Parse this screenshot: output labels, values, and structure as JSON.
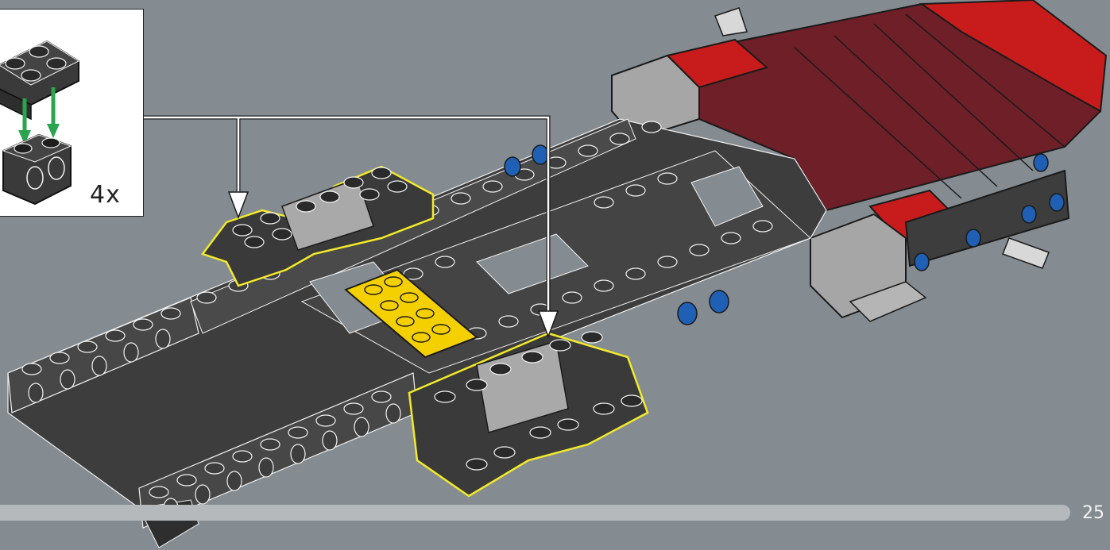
{
  "page": {
    "number": "25",
    "background": "#858c91"
  },
  "callout": {
    "quantity": "4x",
    "part_color": "#3a3a3a",
    "arrow_color": "#2aa44f"
  },
  "model": {
    "beam_color": "#3d3d3d",
    "highlight_color": "#f2ea2a",
    "accent_colors": [
      "#c81c1c",
      "#6e1f28",
      "#f5d000",
      "#1f5fb4",
      "#a6a6a6"
    ]
  },
  "progress": {
    "fraction": 0.97
  }
}
